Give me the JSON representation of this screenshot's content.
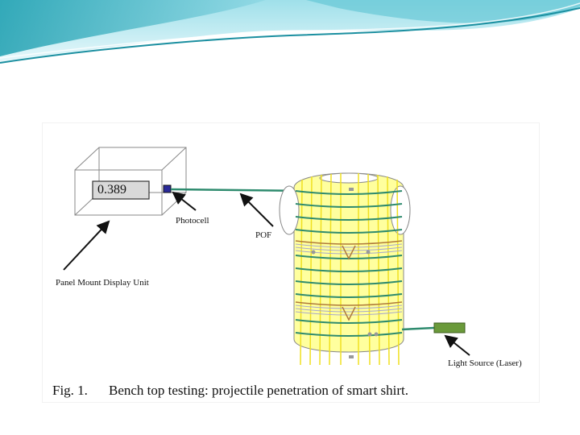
{
  "figure": {
    "display_value": "0.389",
    "labels": {
      "photocell": "Photocell",
      "pof": "POF",
      "panel_mount": "Panel Mount Display Unit",
      "light_source": "Light Source (Laser)"
    },
    "caption": {
      "number": "Fig. 1.",
      "text": "Bench top testing: projectile penetration of smart shirt."
    }
  },
  "colors": {
    "header_teal": "#1aa7b5",
    "fiber_green": "#2e8b6e",
    "shirt_yellow": "#ffff9e",
    "laser_green": "#6a9a3a",
    "photocell_blue": "#2a2a9a"
  }
}
